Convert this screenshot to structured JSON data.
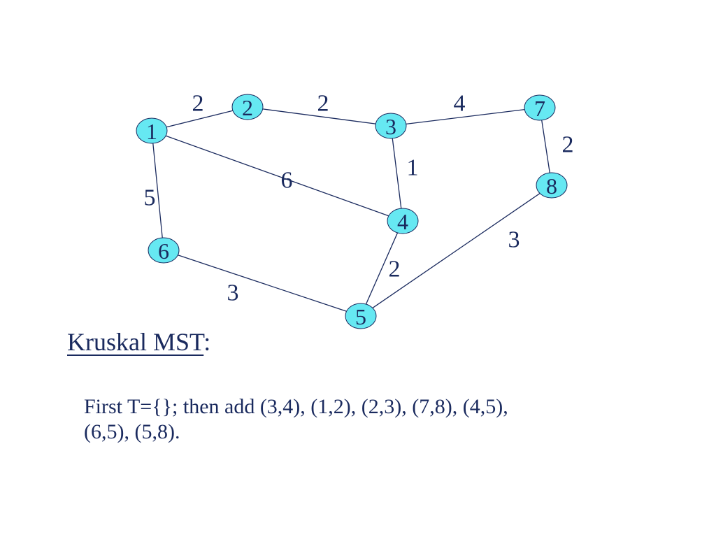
{
  "colors": {
    "node_fill": "#66e8f2",
    "ink": "#1a2a5e"
  },
  "graph": {
    "nodes": [
      {
        "id": "1",
        "label": "1"
      },
      {
        "id": "2",
        "label": "2"
      },
      {
        "id": "3",
        "label": "3"
      },
      {
        "id": "4",
        "label": "4"
      },
      {
        "id": "5",
        "label": "5"
      },
      {
        "id": "6",
        "label": "6"
      },
      {
        "id": "7",
        "label": "7"
      },
      {
        "id": "8",
        "label": "8"
      }
    ],
    "edges": [
      {
        "from": "1",
        "to": "2",
        "weight": "2"
      },
      {
        "from": "2",
        "to": "3",
        "weight": "2"
      },
      {
        "from": "3",
        "to": "7",
        "weight": "4"
      },
      {
        "from": "7",
        "to": "8",
        "weight": "2"
      },
      {
        "from": "1",
        "to": "4",
        "weight": "6"
      },
      {
        "from": "3",
        "to": "4",
        "weight": "1"
      },
      {
        "from": "1",
        "to": "6",
        "weight": "5"
      },
      {
        "from": "8",
        "to": "5",
        "weight": "3"
      },
      {
        "from": "4",
        "to": "5",
        "weight": "2"
      },
      {
        "from": "6",
        "to": "5",
        "weight": "3"
      }
    ]
  },
  "heading": {
    "title": "Kruskal MST",
    "suffix": ":"
  },
  "description": {
    "line1": "First T={}; then add (3,4), (1,2), (2,3), (7,8), (4,5),",
    "line2": "(6,5), (5,8)."
  }
}
